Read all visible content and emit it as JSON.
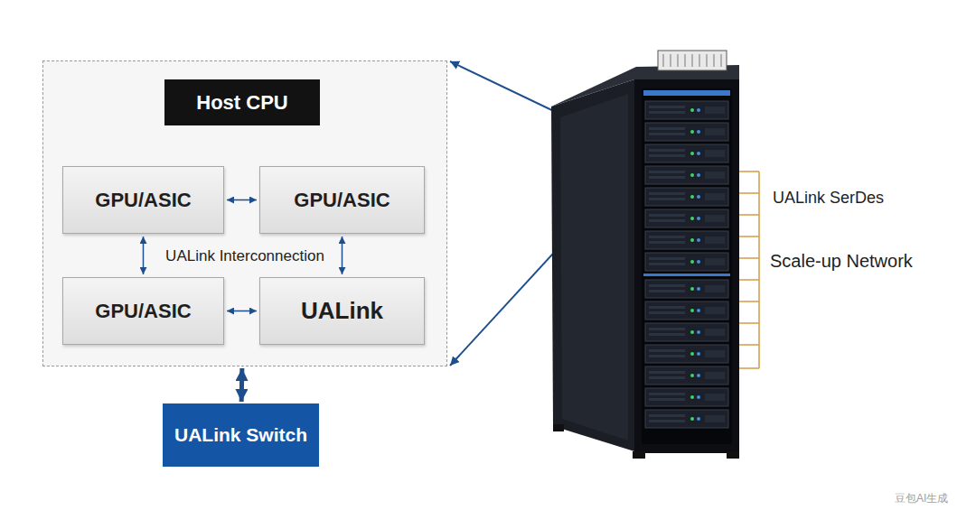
{
  "diagram": {
    "nodes": [
      {
        "text": [
          "UALink Interconnection"
        ]
      },
      {
        "text": [
          "Host CPU"
        ],
        "in": 0
      },
      {
        "text": [
          "GPU/ASIC"
        ],
        "in": 0
      },
      {
        "text": [
          "GPU/ASIC"
        ],
        "in": 0
      },
      {
        "text": [
          "GPU/ASIC"
        ],
        "in": 0
      },
      {
        "text": [
          "UALink"
        ],
        "in": 0
      },
      {
        "text": [
          "UALink Switch"
        ]
      }
    ],
    "edges": [
      {
        "from": 2,
        "to": 3,
        "arrow": "both"
      },
      {
        "from": 2,
        "to": 4,
        "arrow": "both"
      },
      {
        "from": 3,
        "to": 5,
        "arrow": "both"
      },
      {
        "from": 4,
        "to": 5,
        "arrow": "both"
      },
      {
        "from": 0,
        "to": 6,
        "arrow": "both"
      }
    ],
    "labels": [
      "UALink SerDes",
      "Scale-up Network",
      "豆包AI生成"
    ]
  }
}
